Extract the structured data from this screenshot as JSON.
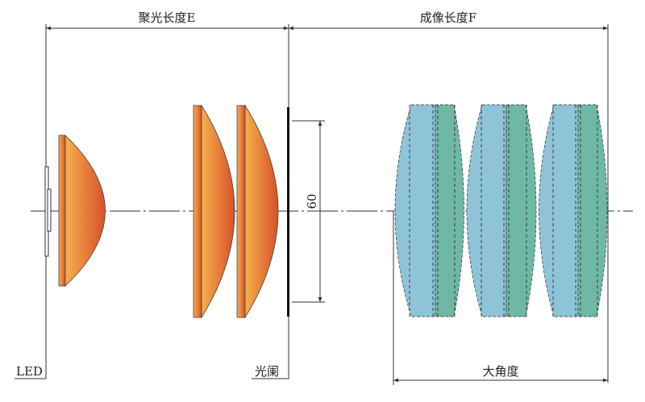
{
  "labels": {
    "condense_length": "聚光长度E",
    "imaging_length": "成像长度F",
    "led": "LED",
    "aperture": "光阑",
    "wide_angle": "大角度",
    "diameter": "60"
  },
  "colors": {
    "condenser_light": "#f2a64a",
    "condenser_dark": "#d9542b",
    "imaging_blue": "#8fc3d8",
    "imaging_green": "#6fb8a6",
    "line": "#333333"
  }
}
